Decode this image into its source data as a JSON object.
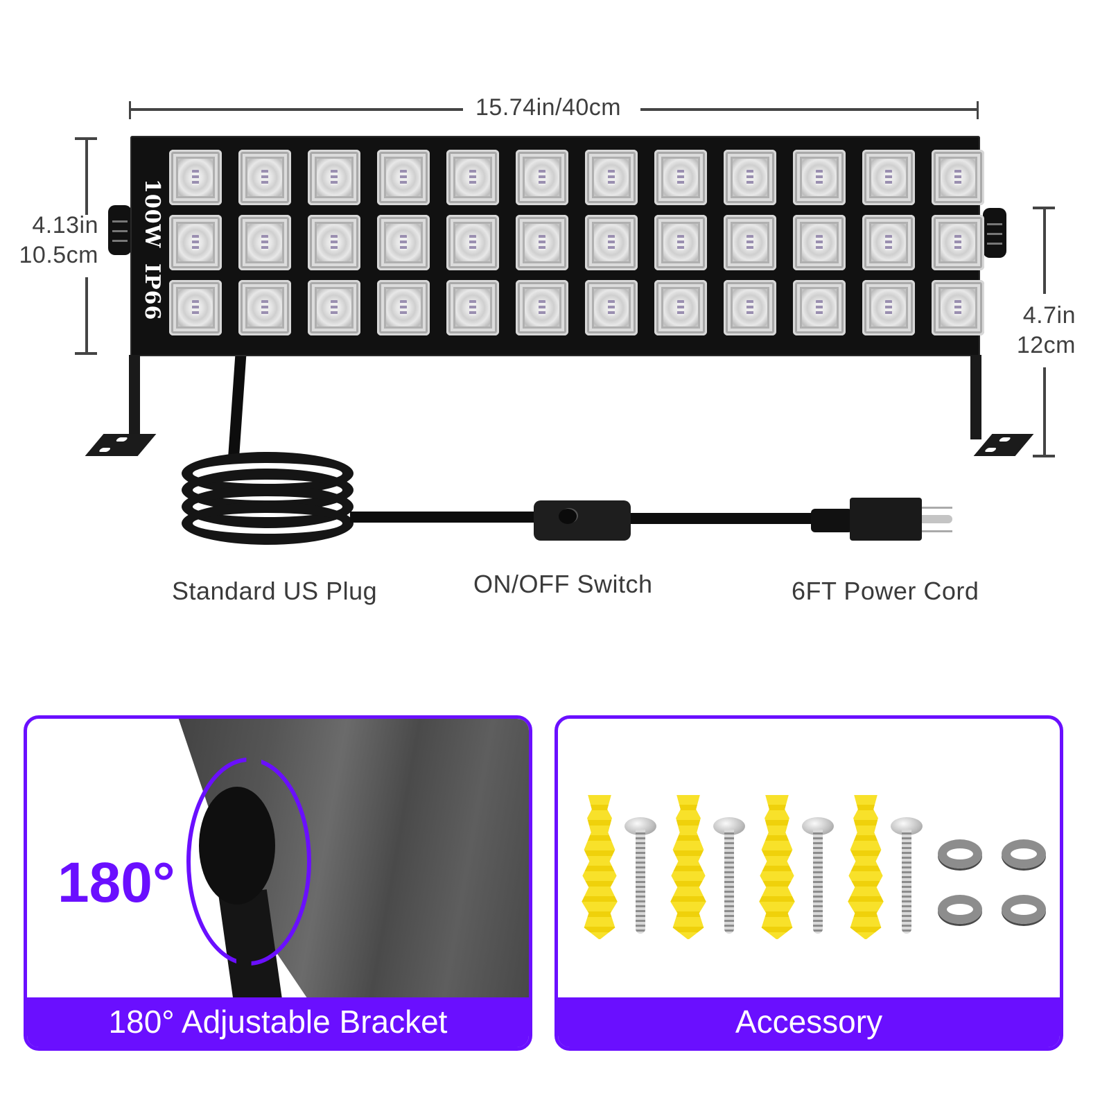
{
  "dimensions": {
    "width_label": "15.74in/40cm",
    "left_height": {
      "line1": "4.13in",
      "line2": "10.5cm"
    },
    "right_height": {
      "line1": "4.7in",
      "line2": "12cm"
    }
  },
  "product": {
    "power_label": "100W",
    "rating_label": "IP66",
    "led_rows": 3,
    "led_columns": 12
  },
  "callouts": {
    "plug": "Standard US Plug",
    "switch": "ON/OFF Switch",
    "cord": "6FT Power Cord"
  },
  "panels": [
    {
      "id": "bracket",
      "overlay_text": "180°",
      "footer_label": "180° Adjustable Bracket"
    },
    {
      "id": "accessory",
      "footer_label": "Accessory",
      "items": {
        "wall_anchors": 4,
        "screws": 4,
        "washers": 4
      }
    }
  ],
  "colors": {
    "accent_purple": "#6a0fff",
    "anchor_yellow": "#f5dd1c",
    "text_gray": "#3c3c3c",
    "fixture_black": "#111111"
  }
}
